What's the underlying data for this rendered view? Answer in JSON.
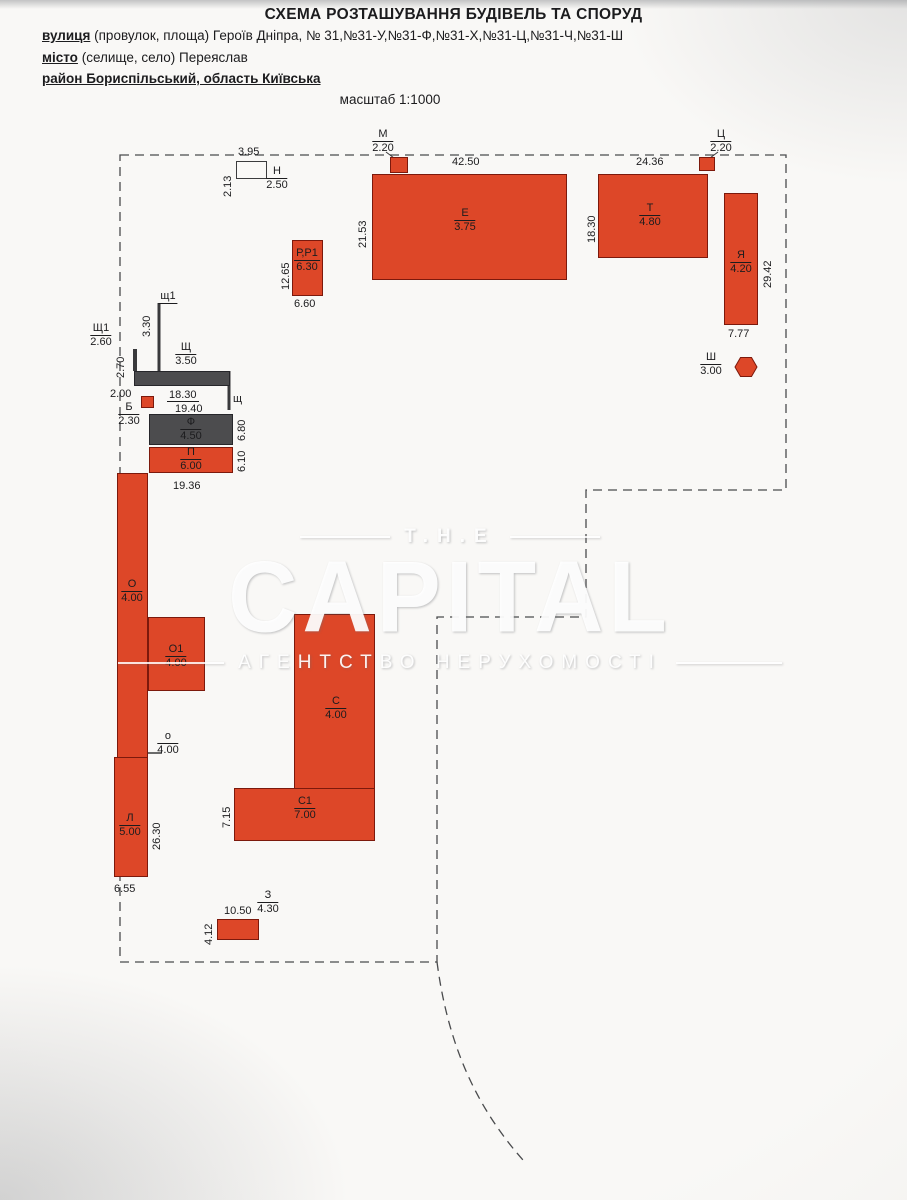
{
  "header": {
    "title": "СХЕМА РОЗТАШУВАННЯ БУДІВЕЛЬ ТА СПОРУД",
    "street_label": "вулиця",
    "street_rest": "(провулок, площа) Героїв Дніпра, № 31,№31-У,№31-Ф,№31-Х,№31-Ц,№31-Ч,№31-Ш",
    "city_label": "місто",
    "city_rest": "(селище, село) Переяслав",
    "district": "район Бориспільський, область Київська",
    "scale": "масштаб 1:1000"
  },
  "watermark": {
    "top": "T.H.E",
    "main": "CAPITAL",
    "bottom": "АГЕНТСТВО НЕРУХОМОСТІ"
  },
  "colors": {
    "building_red": "#dd4728",
    "building_gray": "#4c4c4e",
    "line": "#3f4042"
  },
  "buildings": {
    "m": {
      "label": "М",
      "dim": "2.20"
    },
    "c": {
      "label": "Ц",
      "dim": "2.20"
    },
    "n": {
      "label": "Н",
      "dim": "2.50",
      "w": "3.95",
      "h": "2.13"
    },
    "e": {
      "label": "Е",
      "dim": "3.75",
      "w": "42.50",
      "h": "21.53"
    },
    "t": {
      "label": "Т",
      "dim": "4.80",
      "w": "24.36",
      "h": "18.30"
    },
    "ya": {
      "label": "Я",
      "dim": "4.20",
      "h": "29.42",
      "w": "7.77"
    },
    "rr1": {
      "label": "Р,Р1",
      "dim": "6.30",
      "h": "12.65",
      "w": "6.60"
    },
    "sh": {
      "label": "Ш",
      "dim": "3.00"
    },
    "shch1_small": {
      "label": "щ1",
      "h": "3.30"
    },
    "shch1": {
      "label": "Щ1",
      "dim": "2.60",
      "h": "2.70"
    },
    "shch": {
      "label": "Щ",
      "dim": "3.50",
      "d1": "2.00",
      "d2": "18.30",
      "d3": "19.40"
    },
    "shch_small": {
      "label": "щ"
    },
    "b": {
      "label": "Б",
      "dim": "2.30"
    },
    "f": {
      "label": "Ф",
      "dim": "4.50"
    },
    "p": {
      "label": "П",
      "dim": "6.00",
      "d1": "19.36",
      "side_upper": "6.80",
      "side_lower": "6.10"
    },
    "o": {
      "label": "О",
      "dim": "4.00"
    },
    "o1": {
      "label": "О1",
      "dim": "4.00"
    },
    "o_small": {
      "label": "о",
      "dim": "4.00"
    },
    "l": {
      "label": "Л",
      "dim": "5.00",
      "h": "26.30",
      "w": "6.55"
    },
    "s": {
      "label": "С",
      "dim": "4.00"
    },
    "s1": {
      "label": "С1",
      "dim": "7.00",
      "h": "7.15"
    },
    "z": {
      "label": "З",
      "dim": "4.30",
      "d1": "10.50",
      "h": "4.12"
    }
  }
}
